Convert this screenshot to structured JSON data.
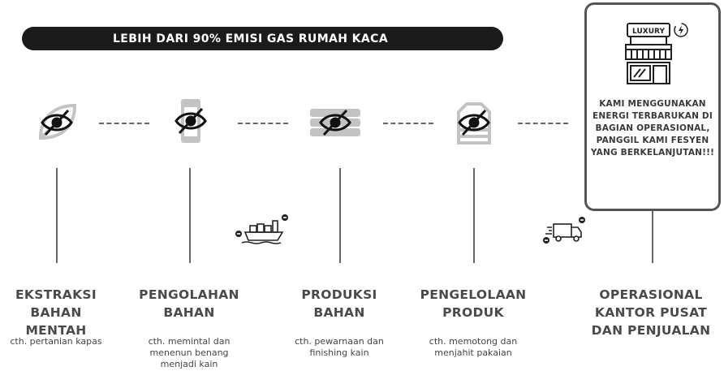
{
  "banner": {
    "text": "LEBIH DARI 90% EMISI GAS RUMAH KACA"
  },
  "store_sign": "LUXURY",
  "box_text": "KAMI MENGGUNAKAN ENERGI TERBARUKAN DI BAGIAN OPERASIONAL, PANGGIL KAMI FESYEN YANG BERKELANJUTAN!!!",
  "stages": [
    {
      "title": "EKSTRAKSI BAHAN MENTAH",
      "sub": "cth. pertanian kapas"
    },
    {
      "title": "PENGOLAHAN BAHAN",
      "sub": "cth. memintal dan menenun benang menjadi kain"
    },
    {
      "title": "PRODUKSI BAHAN",
      "sub": "cth. pewarnaan dan finishing kain"
    },
    {
      "title": "PENGELOLAAN PRODUK",
      "sub": "cth. memotong dan menjahit pakaian"
    },
    {
      "title": "OPERASIONAL KANTOR PUSAT DAN PENJUALAN",
      "sub": ""
    }
  ],
  "icons": {
    "stage1": "leaf-icon",
    "stage2": "thread-spool-icon",
    "stage3": "fabric-stack-icon",
    "stage4": "clothing-icon",
    "hidden": "eye-slash-icon",
    "ship": "cargo-ship-icon",
    "truck": "delivery-truck-icon",
    "store": "store-icon",
    "energy": "lightning-icon"
  },
  "colors": {
    "banner_bg": "#1b1b1b",
    "box_border": "#555555",
    "text": "#4a4a4a"
  }
}
